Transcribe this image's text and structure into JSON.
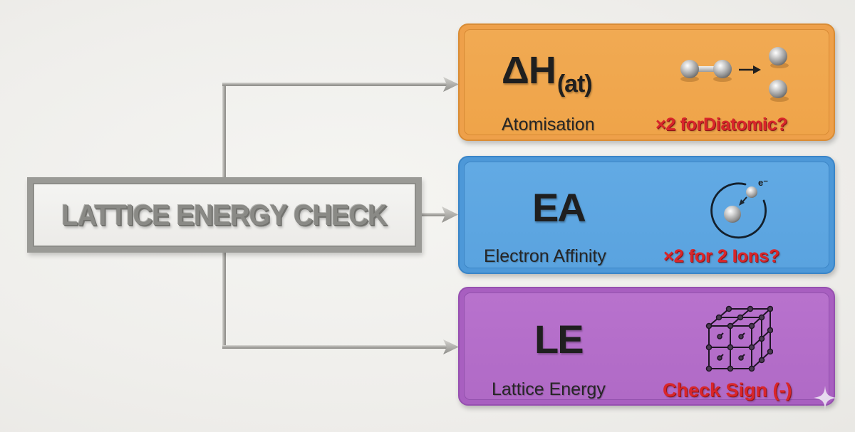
{
  "diagram": {
    "source": {
      "title": "LATTICE ENERGY CHECK"
    },
    "cards": [
      {
        "id": "atomisation",
        "symbol_main": "ΔH",
        "symbol_sub": "(at)",
        "label": "Atomisation",
        "note": "×2 forDiatomic?",
        "icon": "diatomic-molecule-split-icon",
        "color": "#F0A64A"
      },
      {
        "id": "electron-affinity",
        "symbol_main": "EA",
        "label": "Electron Affinity",
        "note": "×2 for 2 Ions?",
        "icon": "electron-capture-icon",
        "icon_label": "e⁻",
        "color": "#5BA6E2"
      },
      {
        "id": "lattice-energy",
        "symbol_main": "LE",
        "label": "Lattice Energy",
        "note": "Check Sign (-)",
        "icon": "crystal-lattice-icon",
        "color": "#B36CC8"
      }
    ],
    "colors": {
      "background": "#EFEEEB",
      "connector": "#A3A29E",
      "source_frame": "#9A9A96",
      "note_text": "#D9262A",
      "body_text": "#262626"
    }
  }
}
